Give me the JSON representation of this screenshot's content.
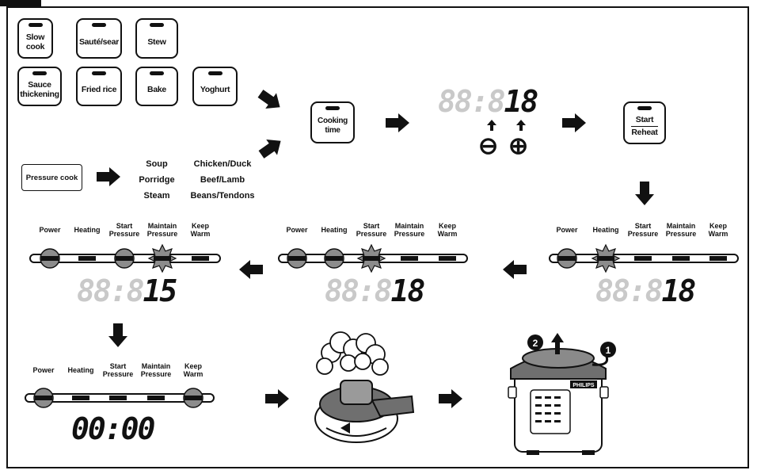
{
  "program_keys": [
    {
      "name": "slow-cook-key",
      "label": "Slow cook"
    },
    {
      "name": "saute-sear-key",
      "label": "Sauté/sear"
    },
    {
      "name": "stew-key",
      "label": "Stew"
    },
    {
      "name": "sauce-thickening-key",
      "label": "Sauce thickening"
    },
    {
      "name": "fried-rice-key",
      "label": "Fried rice"
    },
    {
      "name": "bake-key",
      "label": "Bake"
    },
    {
      "name": "yoghurt-key",
      "label": "Yoghurt"
    }
  ],
  "pressure_cook": {
    "label": "Pressure cook",
    "options_col1": [
      "Soup",
      "Porridge",
      "Steam"
    ],
    "options_col2": [
      "Chicken/Duck",
      "Beef/Lamb",
      "Beans/Tendons"
    ]
  },
  "cooking_time_label": "Cooking time",
  "start_reheat": {
    "start": "Start",
    "reheat": "Reheat"
  },
  "adjust": {
    "minus": "⊖",
    "plus": "⊕"
  },
  "stages": [
    "Power",
    "Heating",
    "Start Pressure",
    "Maintain Pressure",
    "Keep Warm"
  ],
  "displays": {
    "set_time": {
      "dim": "88:8",
      "on": "18"
    },
    "stage_heating": {
      "dim": "88:8",
      "on": "18"
    },
    "stage_start_pressure": {
      "dim": "88:8",
      "on": "18"
    },
    "stage_maintain": {
      "dim": "88:8",
      "on": "15"
    },
    "stage_keep_warm": {
      "dim": "",
      "on": "00:00"
    }
  },
  "lid_steps": {
    "step1": "1",
    "step2": "2"
  },
  "appliance_badge": "PHILIPS",
  "colors": {
    "ink": "#111111",
    "dim_digit": "#c9c9c9",
    "active_indicator": "#8c8c8c"
  }
}
